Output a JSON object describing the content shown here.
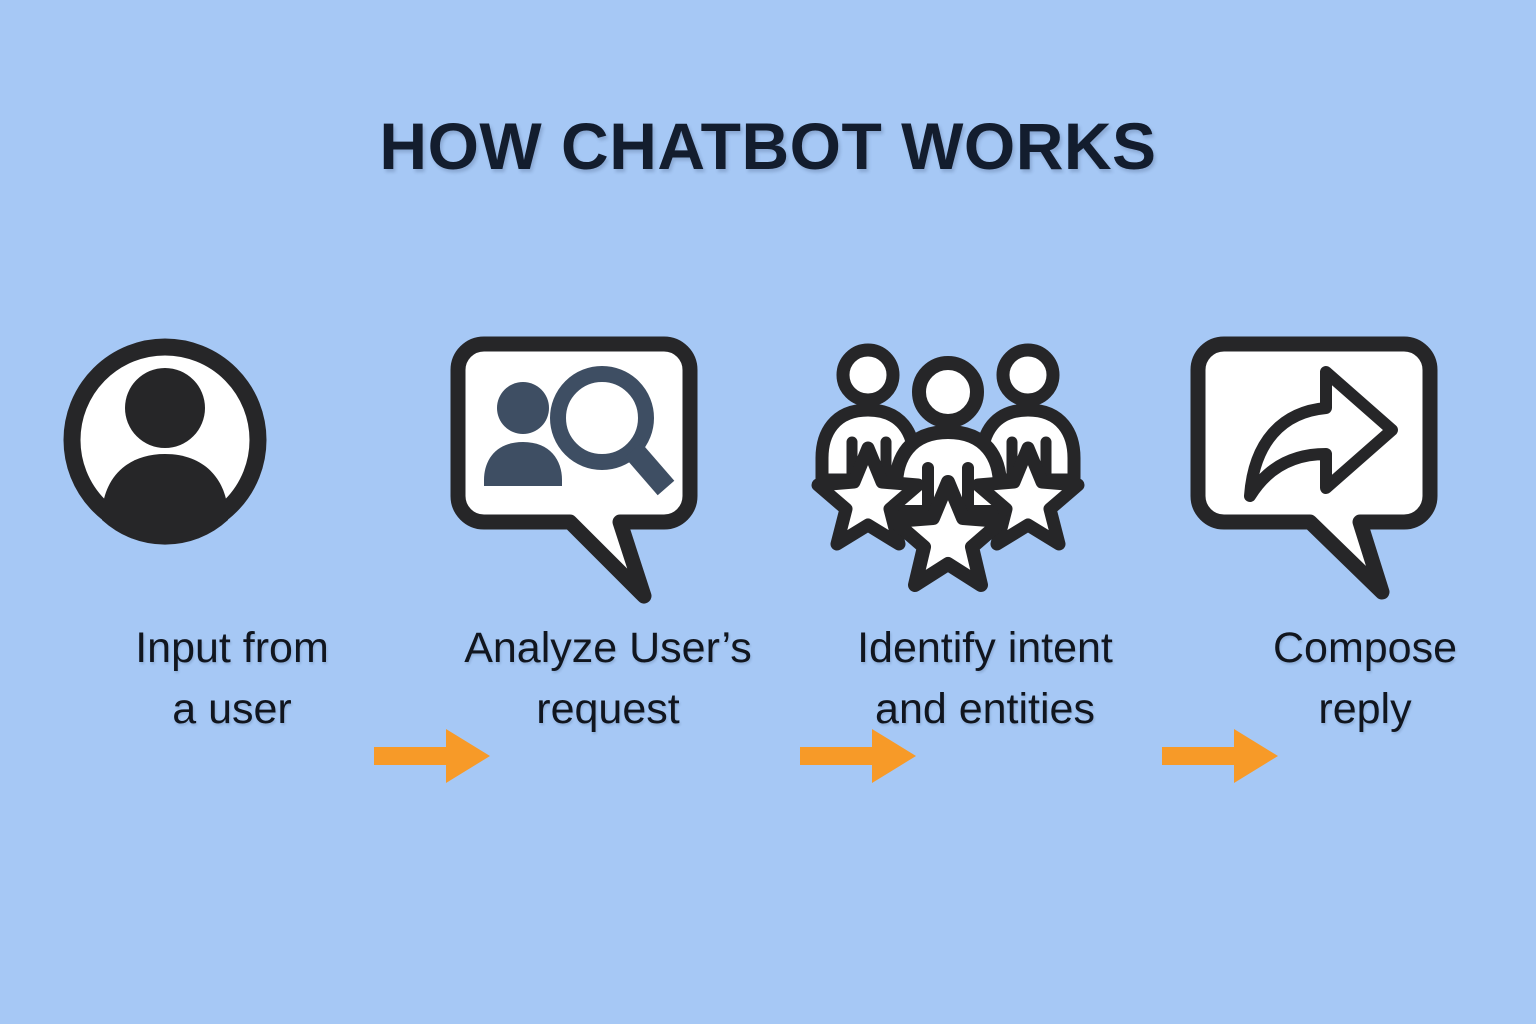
{
  "page": {
    "title": "HOW CHATBOT WORKS",
    "background_color": "#a6c8f5",
    "title_color": "#131d2e",
    "accent_color": "#f79a28",
    "outline_color": "#262628",
    "icon_fill_color": "#ffffff",
    "icon_detail_color": "#3e4e63"
  },
  "steps": [
    {
      "index": 1,
      "icon": "user-avatar-icon",
      "label_line1": "Input from",
      "label_line2": "a user"
    },
    {
      "index": 2,
      "icon": "speech-bubble-search-icon",
      "label_line1": "Analyze User’s",
      "label_line2": "request"
    },
    {
      "index": 3,
      "icon": "people-stars-icon",
      "label_line1": "Identify intent",
      "label_line2": "and entities"
    },
    {
      "index": 4,
      "icon": "speech-bubble-reply-arrow-icon",
      "label_line1": "Compose",
      "label_line2": "reply"
    }
  ],
  "connectors": [
    {
      "index": 1,
      "icon": "arrow-right-icon",
      "color": "#f79a28"
    },
    {
      "index": 2,
      "icon": "arrow-right-icon",
      "color": "#f79a28"
    },
    {
      "index": 3,
      "icon": "arrow-right-icon",
      "color": "#f79a28"
    }
  ]
}
